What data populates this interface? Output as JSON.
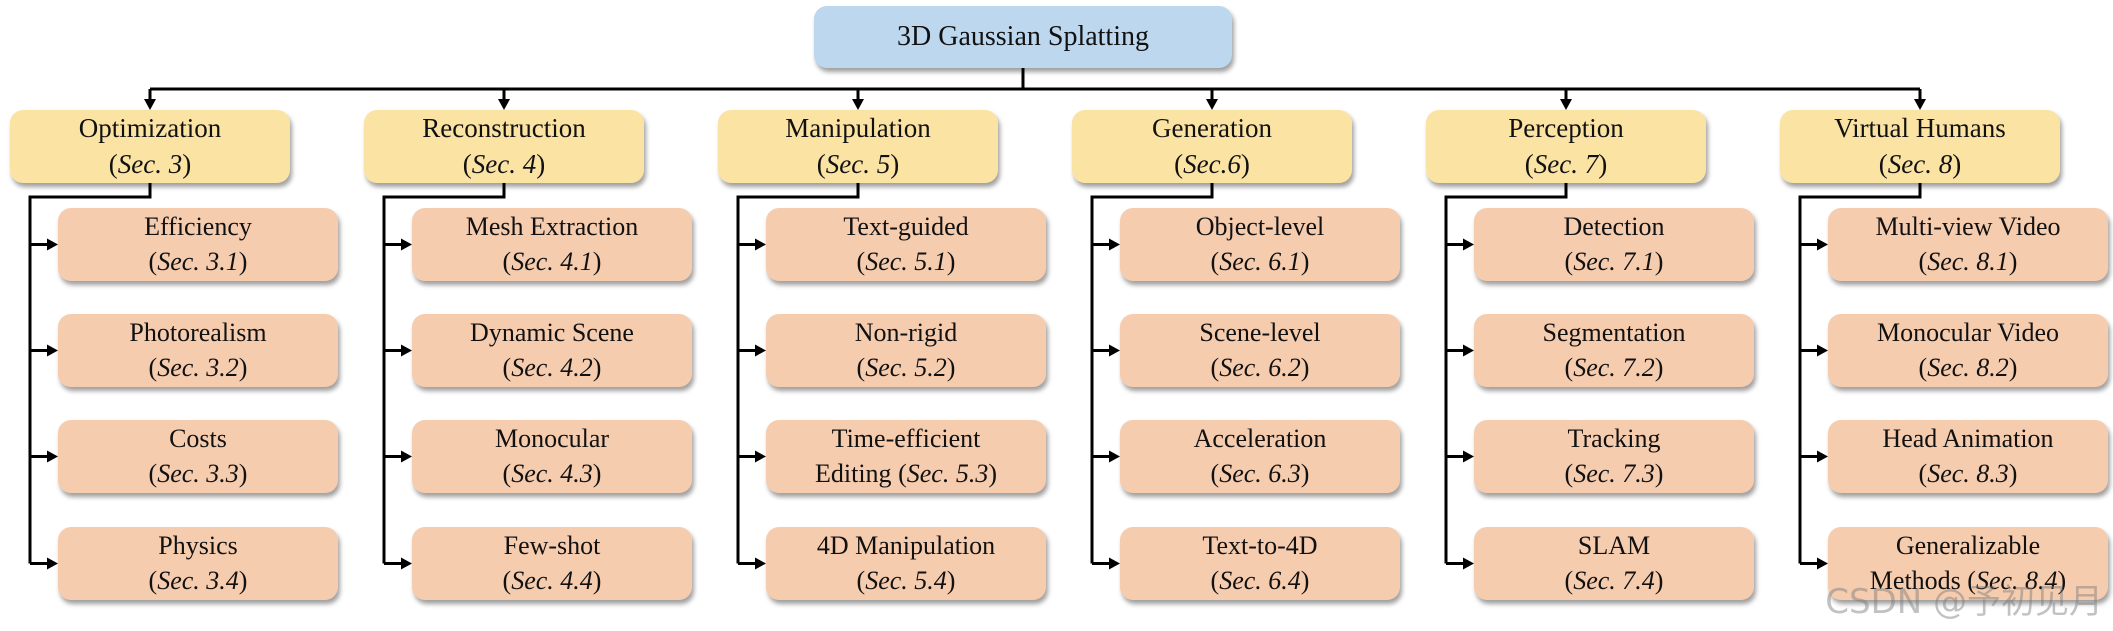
{
  "root": {
    "title": "3D Gaussian Splatting"
  },
  "paren_open": "(",
  "paren_close": ")",
  "categories": [
    {
      "title": "Optimization",
      "sec": "Sec. 3",
      "children": [
        {
          "lines": [
            "Efficiency"
          ],
          "sec": "Sec. 3.1"
        },
        {
          "lines": [
            "Photorealism"
          ],
          "sec": "Sec. 3.2"
        },
        {
          "lines": [
            "Costs"
          ],
          "sec": "Sec. 3.3"
        },
        {
          "lines": [
            "Physics"
          ],
          "sec": "Sec. 3.4"
        }
      ]
    },
    {
      "title": "Reconstruction",
      "sec": "Sec. 4",
      "children": [
        {
          "lines": [
            "Mesh Extraction"
          ],
          "sec": "Sec. 4.1"
        },
        {
          "lines": [
            "Dynamic Scene"
          ],
          "sec": "Sec. 4.2"
        },
        {
          "lines": [
            "Monocular"
          ],
          "sec": "Sec. 4.3"
        },
        {
          "lines": [
            "Few-shot"
          ],
          "sec": "Sec. 4.4"
        }
      ]
    },
    {
      "title": "Manipulation",
      "sec": "Sec. 5",
      "children": [
        {
          "lines": [
            "Text-guided"
          ],
          "sec": "Sec. 5.1"
        },
        {
          "lines": [
            "Non-rigid"
          ],
          "sec": "Sec. 5.2"
        },
        {
          "lines": [
            "Time-efficient",
            "Editing "
          ],
          "sec": "Sec. 5.3"
        },
        {
          "lines": [
            "4D Manipulation"
          ],
          "sec": "Sec. 5.4"
        }
      ]
    },
    {
      "title": "Generation",
      "sec": "Sec.6",
      "children": [
        {
          "lines": [
            "Object-level"
          ],
          "sec": "Sec. 6.1"
        },
        {
          "lines": [
            "Scene-level"
          ],
          "sec": "Sec. 6.2"
        },
        {
          "lines": [
            "Acceleration"
          ],
          "sec": "Sec. 6.3"
        },
        {
          "lines": [
            "Text-to-4D"
          ],
          "sec": "Sec. 6.4"
        }
      ]
    },
    {
      "title": "Perception",
      "sec": "Sec. 7",
      "children": [
        {
          "lines": [
            "Detection"
          ],
          "sec": "Sec. 7.1"
        },
        {
          "lines": [
            "Segmentation"
          ],
          "sec": "Sec. 7.2"
        },
        {
          "lines": [
            "Tracking"
          ],
          "sec": "Sec. 7.3"
        },
        {
          "lines": [
            "SLAM"
          ],
          "sec": "Sec. 7.4"
        }
      ]
    },
    {
      "title": "Virtual Humans",
      "sec": "Sec. 8",
      "children": [
        {
          "lines": [
            "Multi-view Video"
          ],
          "sec": "Sec. 8.1"
        },
        {
          "lines": [
            "Monocular Video"
          ],
          "sec": "Sec. 8.2"
        },
        {
          "lines": [
            "Head Animation"
          ],
          "sec": "Sec. 8.3"
        },
        {
          "lines": [
            "Generalizable",
            "Methods "
          ],
          "sec": "Sec. 8.4"
        }
      ]
    }
  ],
  "watermark": "CSDN @予初见月",
  "colors": {
    "root_fill": "#bcd7ee",
    "category_fill": "#fbe4a3",
    "item_fill": "#f6ccaf",
    "connector": "#000000"
  }
}
